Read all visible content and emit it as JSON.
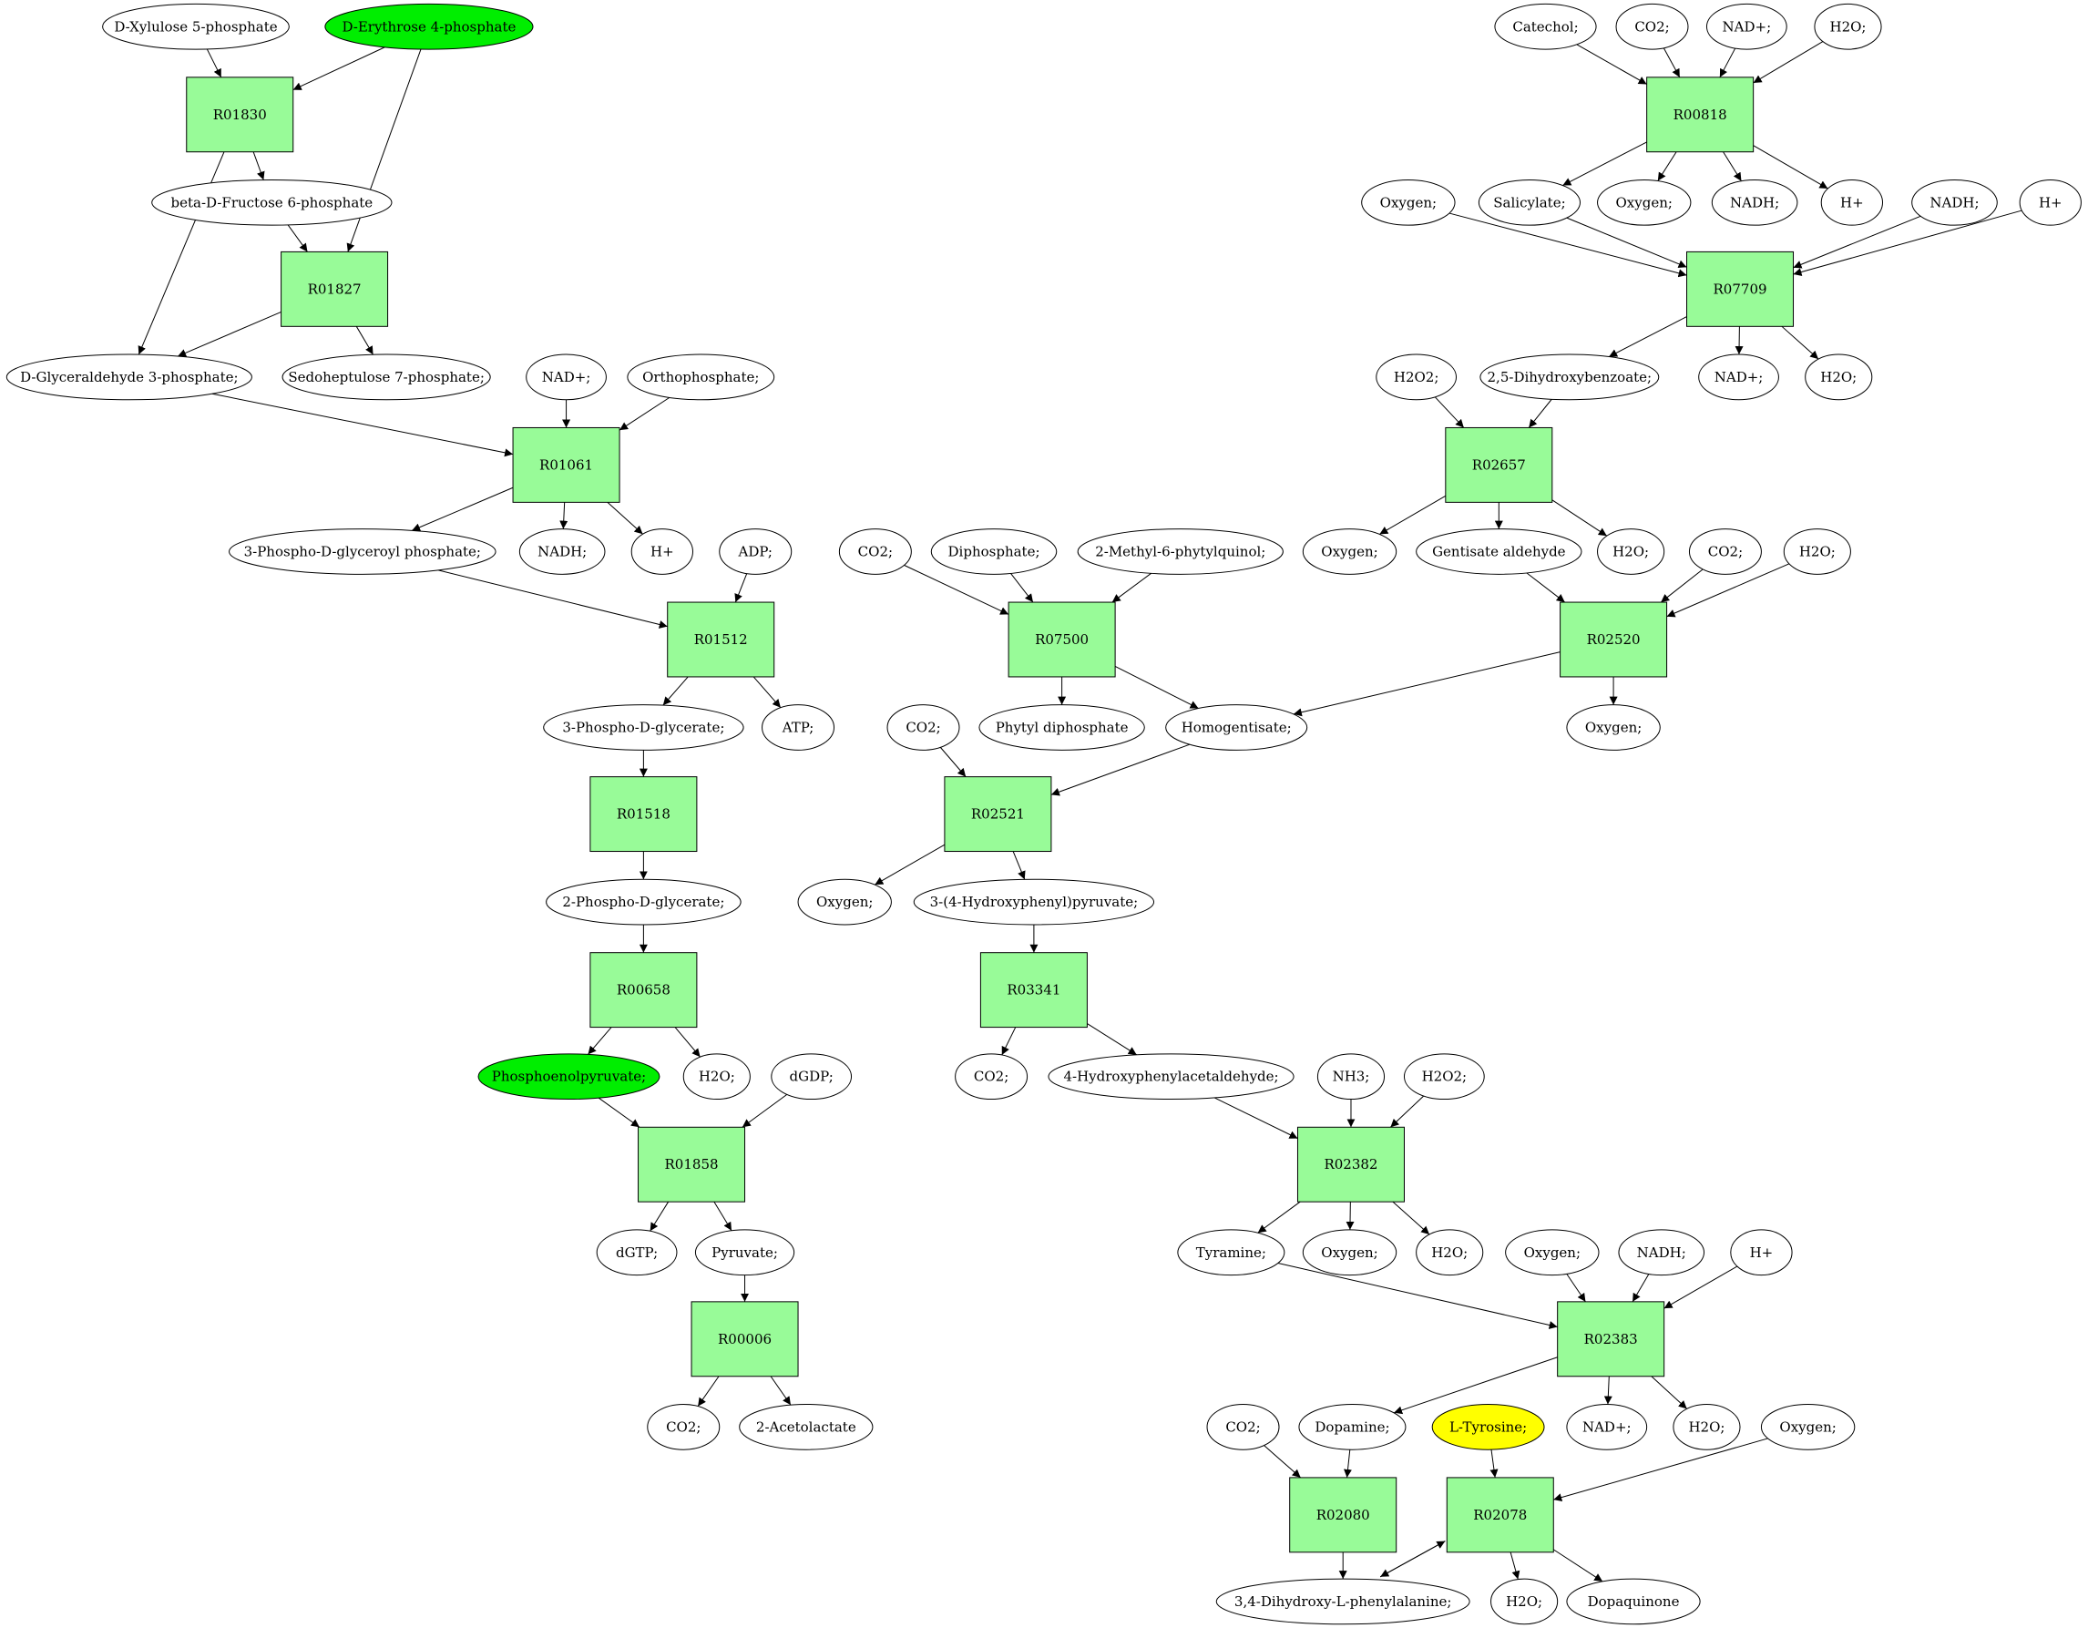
{
  "colors": {
    "reaction_fill": "#98fb98",
    "compound_fill": "#ffffff",
    "highlight_green": "#00ee00",
    "highlight_yellow": "#ffff00",
    "stroke": "#000000"
  },
  "reactions": [
    {
      "id": "R01830",
      "label": "R01830"
    },
    {
      "id": "R01827",
      "label": "R01827"
    },
    {
      "id": "R01061",
      "label": "R01061"
    },
    {
      "id": "R01512",
      "label": "R01512"
    },
    {
      "id": "R01518",
      "label": "R01518"
    },
    {
      "id": "R00658",
      "label": "R00658"
    },
    {
      "id": "R01858",
      "label": "R01858"
    },
    {
      "id": "R00006",
      "label": "R00006"
    },
    {
      "id": "R00818",
      "label": "R00818"
    },
    {
      "id": "R07709",
      "label": "R07709"
    },
    {
      "id": "R02657",
      "label": "R02657"
    },
    {
      "id": "R07500",
      "label": "R07500"
    },
    {
      "id": "R02520",
      "label": "R02520"
    },
    {
      "id": "R02521",
      "label": "R02521"
    },
    {
      "id": "R03341",
      "label": "R03341"
    },
    {
      "id": "R02382",
      "label": "R02382"
    },
    {
      "id": "R02383",
      "label": "R02383"
    },
    {
      "id": "R02080",
      "label": "R02080"
    },
    {
      "id": "R02078",
      "label": "R02078"
    }
  ],
  "compounds": [
    {
      "id": "c_xyl5p",
      "label": "D-Xylulose 5-phosphate",
      "fill": "white"
    },
    {
      "id": "c_ery4p",
      "label": "D-Erythrose 4-phosphate",
      "fill": "green"
    },
    {
      "id": "c_bfru6p",
      "label": "beta-D-Fructose 6-phosphate",
      "fill": "white"
    },
    {
      "id": "c_gap",
      "label": "D-Glyceraldehyde 3-phosphate;",
      "fill": "white"
    },
    {
      "id": "c_sed7p",
      "label": "Sedoheptulose 7-phosphate;",
      "fill": "white"
    },
    {
      "id": "c_nad_1",
      "label": "NAD+;",
      "fill": "white"
    },
    {
      "id": "c_pi",
      "label": "Orthophosphate;",
      "fill": "white"
    },
    {
      "id": "c_3pgp",
      "label": "3-Phospho-D-glyceroyl phosphate;",
      "fill": "white"
    },
    {
      "id": "c_nadh_1",
      "label": "NADH;",
      "fill": "white"
    },
    {
      "id": "c_h_1",
      "label": "H+",
      "fill": "white"
    },
    {
      "id": "c_adp",
      "label": "ADP;",
      "fill": "white"
    },
    {
      "id": "c_3pg",
      "label": "3-Phospho-D-glycerate;",
      "fill": "white"
    },
    {
      "id": "c_atp",
      "label": "ATP;",
      "fill": "white"
    },
    {
      "id": "c_2pg",
      "label": "2-Phospho-D-glycerate;",
      "fill": "white"
    },
    {
      "id": "c_pep",
      "label": "Phosphoenolpyruvate;",
      "fill": "green"
    },
    {
      "id": "c_h2o_1",
      "label": "H2O;",
      "fill": "white"
    },
    {
      "id": "c_dgdp",
      "label": "dGDP;",
      "fill": "white"
    },
    {
      "id": "c_dgtp",
      "label": "dGTP;",
      "fill": "white"
    },
    {
      "id": "c_pyr",
      "label": "Pyruvate;",
      "fill": "white"
    },
    {
      "id": "c_co2_1",
      "label": "CO2;",
      "fill": "white"
    },
    {
      "id": "c_acl",
      "label": "2-Acetolactate",
      "fill": "white"
    },
    {
      "id": "c_catechol",
      "label": "Catechol;",
      "fill": "white"
    },
    {
      "id": "c_co2_2",
      "label": "CO2;",
      "fill": "white"
    },
    {
      "id": "c_nad_2",
      "label": "NAD+;",
      "fill": "white"
    },
    {
      "id": "c_h2o_2",
      "label": "H2O;",
      "fill": "white"
    },
    {
      "id": "c_o2_1",
      "label": "Oxygen;",
      "fill": "white"
    },
    {
      "id": "c_sal",
      "label": "Salicylate;",
      "fill": "white"
    },
    {
      "id": "c_o2_2",
      "label": "Oxygen;",
      "fill": "white"
    },
    {
      "id": "c_nadh_2",
      "label": "NADH;",
      "fill": "white"
    },
    {
      "id": "c_h_2",
      "label": "H+",
      "fill": "white"
    },
    {
      "id": "c_nadh_3",
      "label": "NADH;",
      "fill": "white"
    },
    {
      "id": "c_h_3",
      "label": "H+",
      "fill": "white"
    },
    {
      "id": "c_h2o2_1",
      "label": "H2O2;",
      "fill": "white"
    },
    {
      "id": "c_25dhb",
      "label": "2,5-Dihydroxybenzoate;",
      "fill": "white"
    },
    {
      "id": "c_nad_3",
      "label": "NAD+;",
      "fill": "white"
    },
    {
      "id": "c_h2o_3",
      "label": "H2O;",
      "fill": "white"
    },
    {
      "id": "c_o2_3",
      "label": "Oxygen;",
      "fill": "white"
    },
    {
      "id": "c_gentald",
      "label": "Gentisate aldehyde",
      "fill": "white"
    },
    {
      "id": "c_h2o_4",
      "label": "H2O;",
      "fill": "white"
    },
    {
      "id": "c_co2_3",
      "label": "CO2;",
      "fill": "white"
    },
    {
      "id": "c_h2o_5",
      "label": "H2O;",
      "fill": "white"
    },
    {
      "id": "c_co2_4",
      "label": "CO2;",
      "fill": "white"
    },
    {
      "id": "c_ppi",
      "label": "Diphosphate;",
      "fill": "white"
    },
    {
      "id": "c_mpq",
      "label": "2-Methyl-6-phytylquinol;",
      "fill": "white"
    },
    {
      "id": "c_phytylpp",
      "label": "Phytyl diphosphate",
      "fill": "white"
    },
    {
      "id": "c_hga",
      "label": "Homogentisate;",
      "fill": "white"
    },
    {
      "id": "c_o2_4",
      "label": "Oxygen;",
      "fill": "white"
    },
    {
      "id": "c_co2_5",
      "label": "CO2;",
      "fill": "white"
    },
    {
      "id": "c_o2_5",
      "label": "Oxygen;",
      "fill": "white"
    },
    {
      "id": "c_hpp",
      "label": "3-(4-Hydroxyphenyl)pyruvate;",
      "fill": "white"
    },
    {
      "id": "c_co2_6",
      "label": "CO2;",
      "fill": "white"
    },
    {
      "id": "c_hpa",
      "label": "4-Hydroxyphenylacetaldehyde;",
      "fill": "white"
    },
    {
      "id": "c_nh3",
      "label": "NH3;",
      "fill": "white"
    },
    {
      "id": "c_h2o2_2",
      "label": "H2O2;",
      "fill": "white"
    },
    {
      "id": "c_tyramine",
      "label": "Tyramine;",
      "fill": "white"
    },
    {
      "id": "c_o2_6",
      "label": "Oxygen;",
      "fill": "white"
    },
    {
      "id": "c_h2o_6",
      "label": "H2O;",
      "fill": "white"
    },
    {
      "id": "c_o2_7",
      "label": "Oxygen;",
      "fill": "white"
    },
    {
      "id": "c_nadh_4",
      "label": "NADH;",
      "fill": "white"
    },
    {
      "id": "c_h_4",
      "label": "H+",
      "fill": "white"
    },
    {
      "id": "c_co2_7",
      "label": "CO2;",
      "fill": "white"
    },
    {
      "id": "c_dopamine",
      "label": "Dopamine;",
      "fill": "white"
    },
    {
      "id": "c_ltyr",
      "label": "L-Tyrosine;",
      "fill": "yellow"
    },
    {
      "id": "c_nad_4",
      "label": "NAD+;",
      "fill": "white"
    },
    {
      "id": "c_h2o_7",
      "label": "H2O;",
      "fill": "white"
    },
    {
      "id": "c_o2_8",
      "label": "Oxygen;",
      "fill": "white"
    },
    {
      "id": "c_dopa",
      "label": "3,4-Dihydroxy-L-phenylalanine;",
      "fill": "white"
    },
    {
      "id": "c_h2o_8",
      "label": "H2O;",
      "fill": "white"
    },
    {
      "id": "c_dopaq",
      "label": "Dopaquinone",
      "fill": "white"
    }
  ],
  "edges": [
    [
      "c_xyl5p",
      "R01830"
    ],
    [
      "c_ery4p",
      "R01830"
    ],
    [
      "R01830",
      "c_bfru6p"
    ],
    [
      "R01830",
      "c_gap"
    ],
    [
      "c_bfru6p",
      "R01827"
    ],
    [
      "c_ery4p",
      "R01827"
    ],
    [
      "R01827",
      "c_gap"
    ],
    [
      "R01827",
      "c_sed7p"
    ],
    [
      "c_gap",
      "R01061"
    ],
    [
      "c_nad_1",
      "R01061"
    ],
    [
      "c_pi",
      "R01061"
    ],
    [
      "R01061",
      "c_3pgp"
    ],
    [
      "R01061",
      "c_nadh_1"
    ],
    [
      "R01061",
      "c_h_1"
    ],
    [
      "c_3pgp",
      "R01512"
    ],
    [
      "c_adp",
      "R01512"
    ],
    [
      "R01512",
      "c_3pg"
    ],
    [
      "R01512",
      "c_atp"
    ],
    [
      "c_3pg",
      "R01518"
    ],
    [
      "R01518",
      "c_2pg"
    ],
    [
      "c_2pg",
      "R00658"
    ],
    [
      "R00658",
      "c_pep"
    ],
    [
      "R00658",
      "c_h2o_1"
    ],
    [
      "c_pep",
      "R01858"
    ],
    [
      "c_dgdp",
      "R01858"
    ],
    [
      "R01858",
      "c_dgtp"
    ],
    [
      "R01858",
      "c_pyr"
    ],
    [
      "c_pyr",
      "R00006"
    ],
    [
      "R00006",
      "c_co2_1"
    ],
    [
      "R00006",
      "c_acl"
    ],
    [
      "c_catechol",
      "R00818"
    ],
    [
      "c_co2_2",
      "R00818"
    ],
    [
      "c_nad_2",
      "R00818"
    ],
    [
      "c_h2o_2",
      "R00818"
    ],
    [
      "R00818",
      "c_sal"
    ],
    [
      "R00818",
      "c_o2_2"
    ],
    [
      "R00818",
      "c_nadh_2"
    ],
    [
      "R00818",
      "c_h_2"
    ],
    [
      "c_o2_1",
      "R07709"
    ],
    [
      "c_sal",
      "R07709"
    ],
    [
      "c_nadh_3",
      "R07709"
    ],
    [
      "c_h_3",
      "R07709"
    ],
    [
      "R07709",
      "c_25dhb"
    ],
    [
      "R07709",
      "c_nad_3"
    ],
    [
      "R07709",
      "c_h2o_3"
    ],
    [
      "c_h2o2_1",
      "R02657"
    ],
    [
      "c_25dhb",
      "R02657"
    ],
    [
      "R02657",
      "c_o2_3"
    ],
    [
      "R02657",
      "c_gentald"
    ],
    [
      "R02657",
      "c_h2o_4"
    ],
    [
      "c_gentald",
      "R02520"
    ],
    [
      "c_co2_3",
      "R02520"
    ],
    [
      "c_h2o_5",
      "R02520"
    ],
    [
      "R02520",
      "c_hga"
    ],
    [
      "R02520",
      "c_o2_4"
    ],
    [
      "c_co2_4",
      "R07500"
    ],
    [
      "c_ppi",
      "R07500"
    ],
    [
      "c_mpq",
      "R07500"
    ],
    [
      "R07500",
      "c_phytylpp"
    ],
    [
      "R07500",
      "c_hga"
    ],
    [
      "c_co2_5",
      "R02521"
    ],
    [
      "c_hga",
      "R02521"
    ],
    [
      "R02521",
      "c_o2_5"
    ],
    [
      "R02521",
      "c_hpp"
    ],
    [
      "c_hpp",
      "R03341"
    ],
    [
      "R03341",
      "c_co2_6"
    ],
    [
      "R03341",
      "c_hpa"
    ],
    [
      "c_hpa",
      "R02382"
    ],
    [
      "c_nh3",
      "R02382"
    ],
    [
      "c_h2o2_2",
      "R02382"
    ],
    [
      "R02382",
      "c_tyramine"
    ],
    [
      "R02382",
      "c_o2_6"
    ],
    [
      "R02382",
      "c_h2o_6"
    ],
    [
      "c_tyramine",
      "R02383"
    ],
    [
      "c_o2_7",
      "R02383"
    ],
    [
      "c_nadh_4",
      "R02383"
    ],
    [
      "c_h_4",
      "R02383"
    ],
    [
      "R02383",
      "c_dopamine"
    ],
    [
      "R02383",
      "c_nad_4"
    ],
    [
      "R02383",
      "c_h2o_7"
    ],
    [
      "c_co2_7",
      "R02080"
    ],
    [
      "c_dopamine",
      "R02080"
    ],
    [
      "R02080",
      "c_dopa"
    ],
    [
      "c_ltyr",
      "R02078"
    ],
    [
      "c_o2_8",
      "R02078"
    ],
    [
      "c_dopa",
      "R02078"
    ],
    [
      "R02078",
      "c_dopa"
    ],
    [
      "R02078",
      "c_h2o_8"
    ],
    [
      "R02078",
      "c_dopaq"
    ]
  ]
}
